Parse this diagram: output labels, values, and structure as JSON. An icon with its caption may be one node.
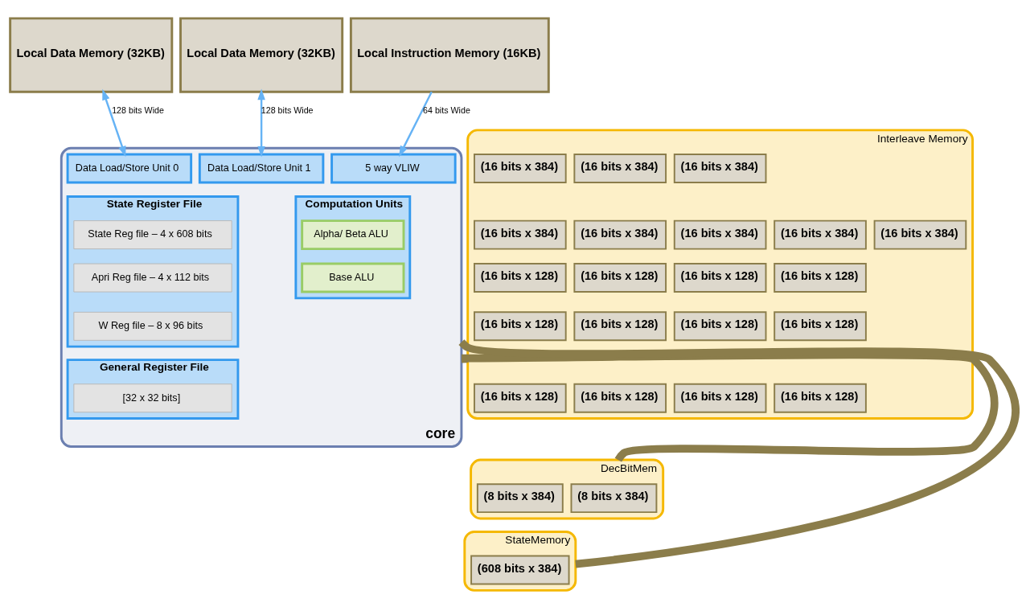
{
  "diagram": {
    "nodes": [
      {
        "text": [
          "Local Data Memory (32KB)"
        ]
      },
      {
        "text": [
          "Local Data Memory (32KB)"
        ]
      },
      {
        "text": [
          "Local Instruction Memory (16KB)"
        ]
      },
      {
        "text": [
          "core"
        ]
      },
      {
        "text": [
          "Data Load/Store Unit 0"
        ],
        "in": 3
      },
      {
        "text": [
          "Data Load/Store Unit 1"
        ],
        "in": 3
      },
      {
        "text": [
          "5 way VLIW"
        ],
        "in": 3
      },
      {
        "text": [
          "State Register File"
        ],
        "in": 3
      },
      {
        "text": [
          "State Reg file – 4 x 608 bits"
        ],
        "in": 7
      },
      {
        "text": [
          "Apri Reg file – 4 x 112 bits"
        ],
        "in": 7
      },
      {
        "text": [
          "W Reg file – 8 x 96 bits"
        ],
        "in": 7
      },
      {
        "text": [
          "Computation Units"
        ],
        "in": 3
      },
      {
        "text": [
          "Alpha/ Beta ALU"
        ],
        "in": 11
      },
      {
        "text": [
          "Base ALU"
        ],
        "in": 11
      },
      {
        "text": [
          "General Register File"
        ],
        "in": 3
      },
      {
        "text": [
          "[32 x 32 bits]"
        ],
        "in": 14
      },
      {
        "text": [
          "Interleave Memory"
        ]
      },
      {
        "text": [
          "(16 bits x 384)"
        ],
        "in": 16
      },
      {
        "text": [
          "(16 bits x 384)"
        ],
        "in": 16
      },
      {
        "text": [
          "(16 bits x 384)"
        ],
        "in": 16
      },
      {
        "text": [
          "(16 bits x 384)"
        ],
        "in": 16
      },
      {
        "text": [
          "(16 bits x 384)"
        ],
        "in": 16
      },
      {
        "text": [
          "(16 bits x 384)"
        ],
        "in": 16
      },
      {
        "text": [
          "(16 bits x 384)"
        ],
        "in": 16
      },
      {
        "text": [
          "(16 bits x 384)"
        ],
        "in": 16
      },
      {
        "text": [
          "(16 bits x 128)"
        ],
        "in": 16
      },
      {
        "text": [
          "(16 bits x 128)"
        ],
        "in": 16
      },
      {
        "text": [
          "(16 bits x 128)"
        ],
        "in": 16
      },
      {
        "text": [
          "(16 bits x 128)"
        ],
        "in": 16
      },
      {
        "text": [
          "(16 bits x 128)"
        ],
        "in": 16
      },
      {
        "text": [
          "(16 bits x 128)"
        ],
        "in": 16
      },
      {
        "text": [
          "(16 bits x 128)"
        ],
        "in": 16
      },
      {
        "text": [
          "(16 bits x 128)"
        ],
        "in": 16
      },
      {
        "text": [
          "(16 bits x 128)"
        ],
        "in": 16
      },
      {
        "text": [
          "(16 bits x 128)"
        ],
        "in": 16
      },
      {
        "text": [
          "(16 bits x 128)"
        ],
        "in": 16
      },
      {
        "text": [
          "(16 bits x 128)"
        ],
        "in": 16
      },
      {
        "text": [
          "DecBitMem"
        ]
      },
      {
        "text": [
          "(8 bits x 384)"
        ],
        "in": 37
      },
      {
        "text": [
          "(8 bits x 384)"
        ],
        "in": 37
      },
      {
        "text": [
          "StateMemory"
        ]
      },
      {
        "text": [
          "(608 bits x 384)"
        ],
        "in": 40
      }
    ],
    "edges": [
      {
        "from": 0,
        "to": 4,
        "arrow": "both",
        "label": "128 bits Wide"
      },
      {
        "from": 1,
        "to": 5,
        "arrow": "both",
        "label": "128 bits Wide"
      },
      {
        "from": 2,
        "to": 6,
        "arrow": "to",
        "label": "64 bits Wide"
      },
      {
        "from": 3,
        "to": 16,
        "arrow": "none",
        "style": "thick",
        "color": "#8b7d4b"
      },
      {
        "from": 3,
        "to": 37,
        "arrow": "none",
        "style": "thick",
        "color": "#8b7d4b"
      },
      {
        "from": 3,
        "to": 40,
        "arrow": "none",
        "style": "thick",
        "color": "#8b7d4b"
      }
    ]
  }
}
